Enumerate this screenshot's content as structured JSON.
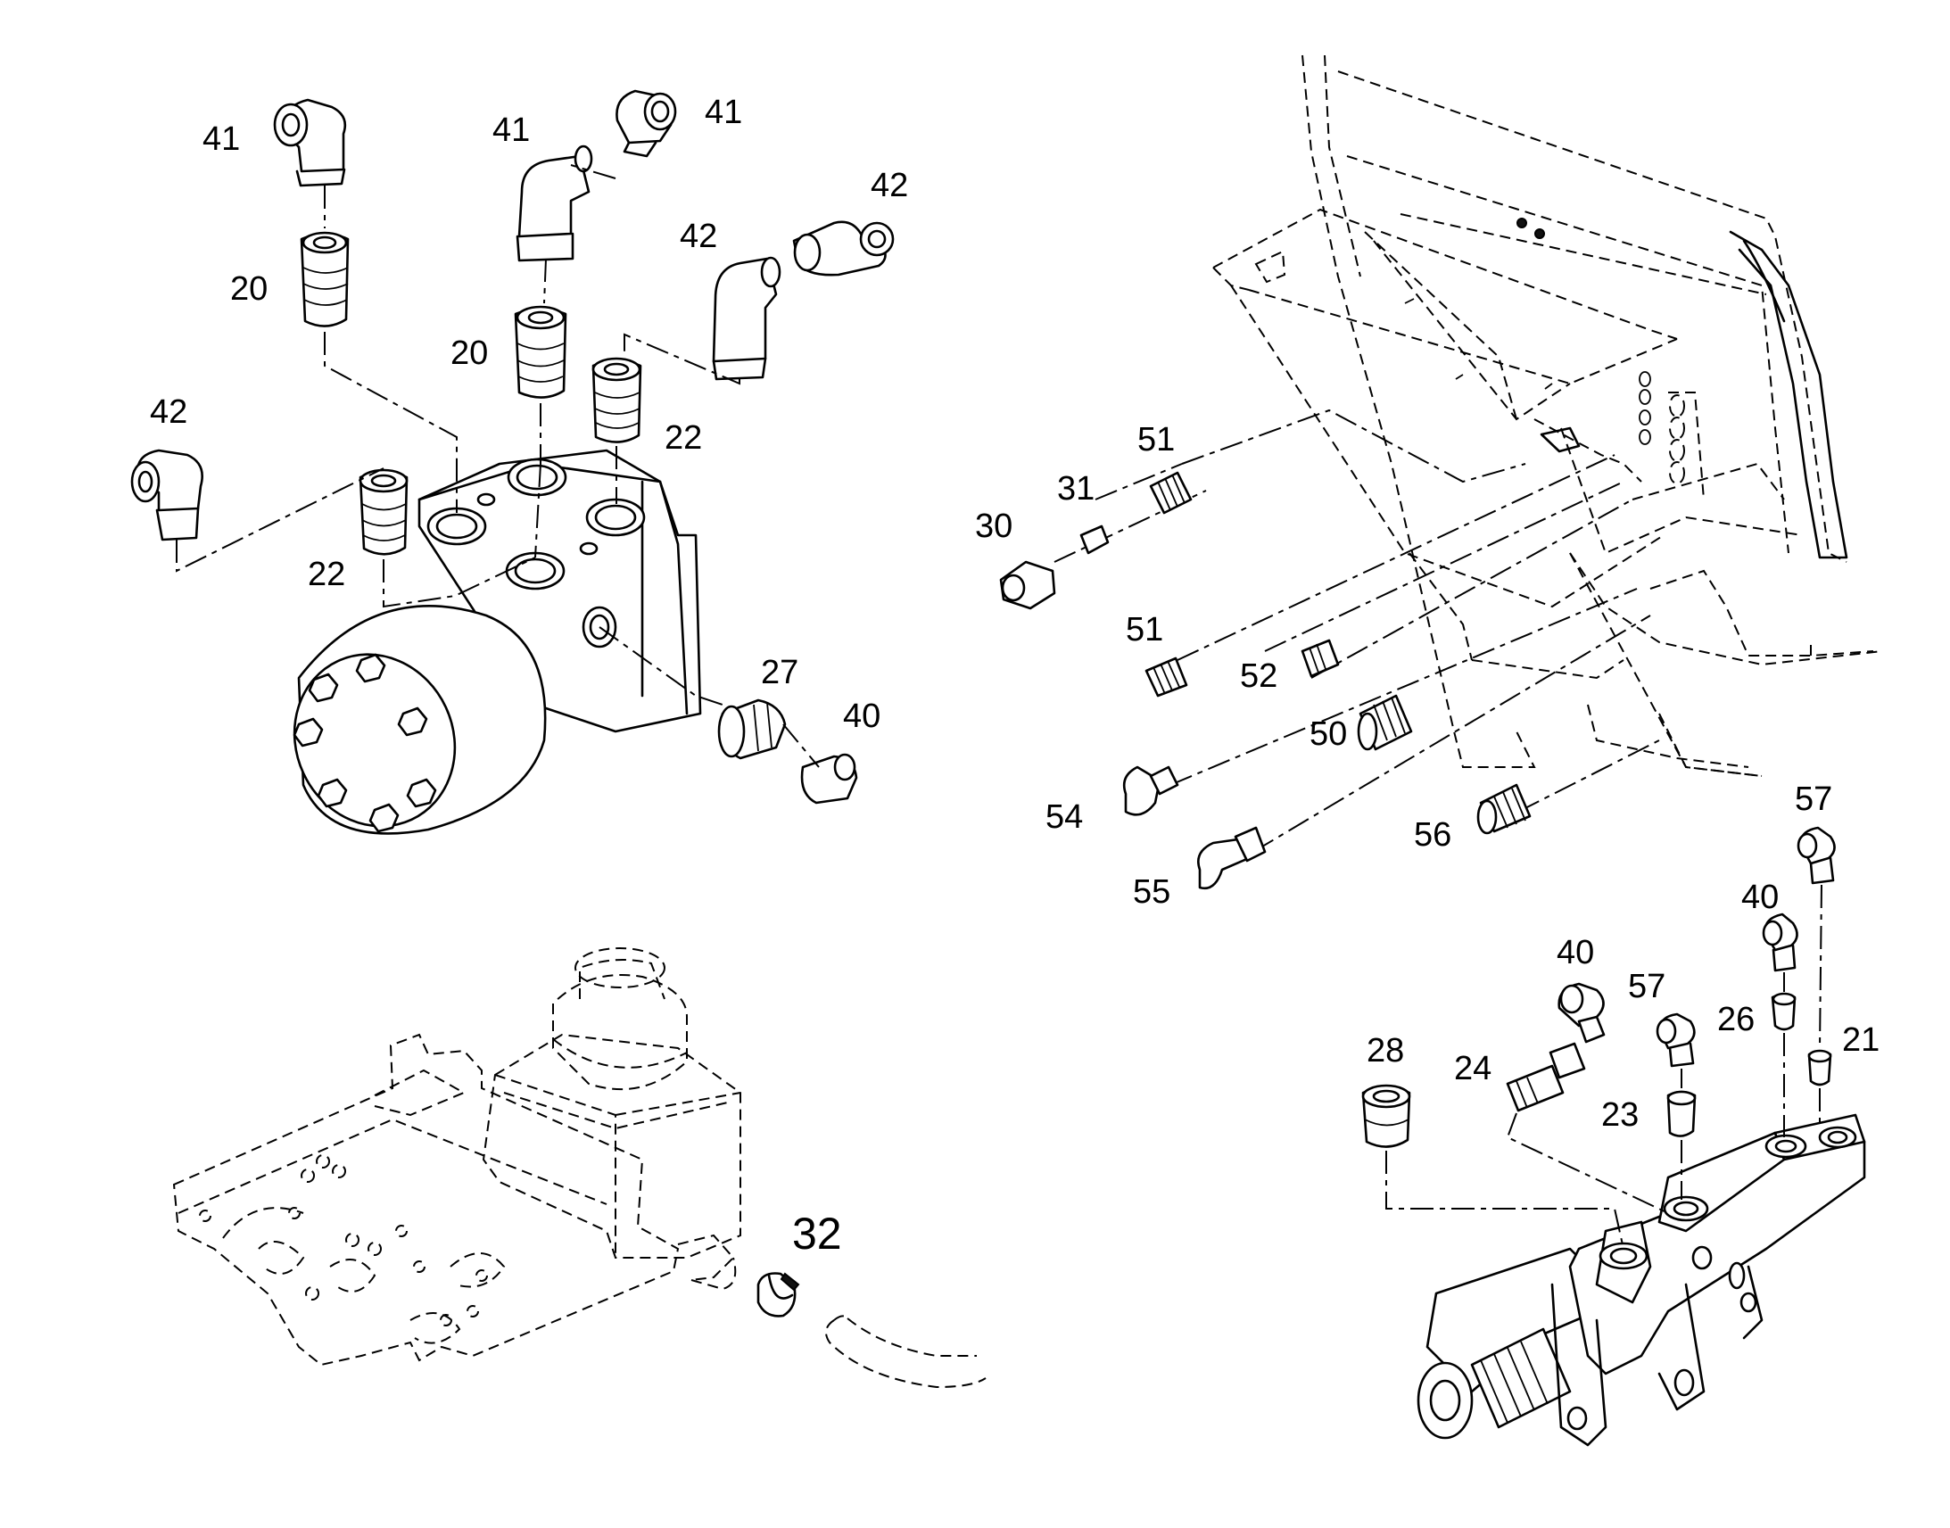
{
  "labels": {
    "l41_a": "41",
    "l41_b": "41",
    "l41_c": "41",
    "l42_a": "42",
    "l42_b": "42",
    "l42_c": "42",
    "l20_a": "20",
    "l20_b": "20",
    "l22_a": "22",
    "l22_b": "22",
    "l27": "27",
    "l40_a": "40",
    "l51_a": "51",
    "l31": "31",
    "l30": "30",
    "l51_b": "51",
    "l52": "52",
    "l50": "50",
    "l54": "54",
    "l55": "55",
    "l56": "56",
    "l57_a": "57",
    "l40_b": "40",
    "l40_c": "40",
    "l57_b": "57",
    "l26": "26",
    "l21": "21",
    "l28": "28",
    "l24": "24",
    "l23": "23",
    "l32": "32"
  }
}
